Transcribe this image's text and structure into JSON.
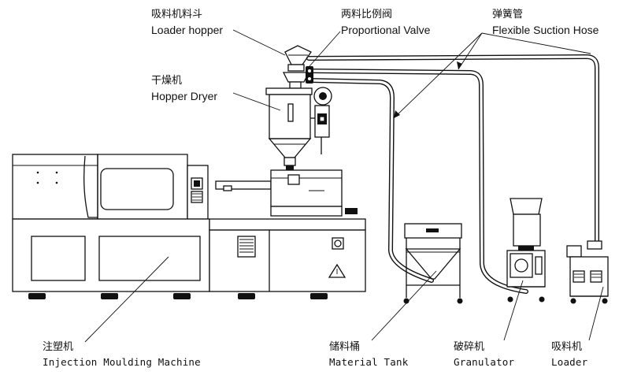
{
  "labels": {
    "loader_hopper": {
      "zh": "吸料机料斗",
      "en": "Loader hopper"
    },
    "proportional_valve": {
      "zh": "两料比例阀",
      "en": "Proportional Valve"
    },
    "flexible_hose": {
      "zh": "弹簧管",
      "en": "Flexible Suction Hose"
    },
    "hopper_dryer": {
      "zh": "干燥机",
      "en": "Hopper Dryer"
    },
    "injection_machine": {
      "zh": "注塑机",
      "en": "Injection Moulding Machine"
    },
    "material_tank": {
      "zh": "储料桶",
      "en": "Material Tank"
    },
    "granulator": {
      "zh": "破碎机",
      "en": "Granulator"
    },
    "loader": {
      "zh": "吸料机",
      "en": "Loader"
    }
  }
}
